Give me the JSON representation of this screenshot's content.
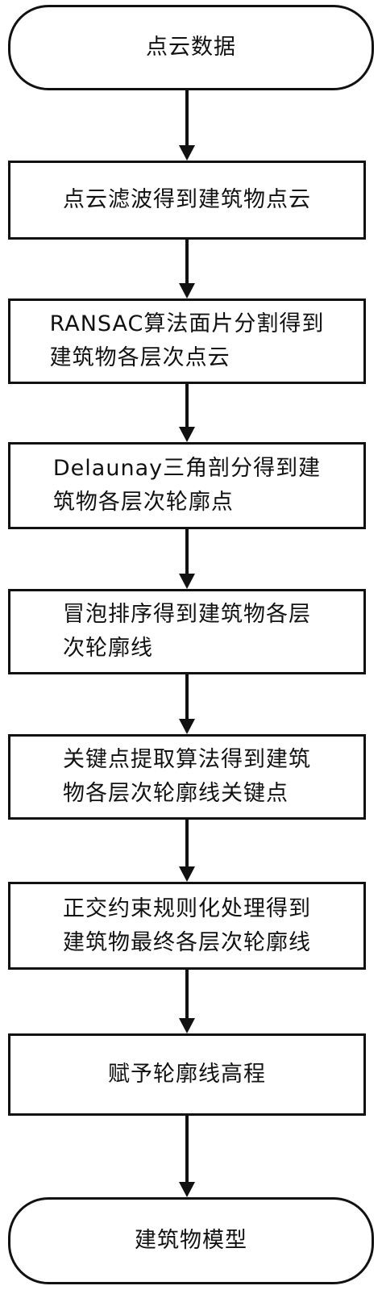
{
  "nodes": {
    "start": "点云数据",
    "step1": "点云滤波得到建筑物点云",
    "step2_l1": "RANSAC算法面片分割得到",
    "step2_l2": "建筑物各层次点云",
    "step3_l1": "Delaunay三角剖分得到建",
    "step3_l2": "筑物各层次轮廓点",
    "step4_l1": "冒泡排序得到建筑物各层",
    "step4_l2": "次轮廓线",
    "step5_l1": "关键点提取算法得到建筑",
    "step5_l2": "物各层次轮廓线关键点",
    "step6_l1": "正交约束规则化处理得到",
    "step6_l2": "建筑物最终各层次轮廓线",
    "step7": "赋予轮廓线高程",
    "end": "建筑物模型"
  }
}
